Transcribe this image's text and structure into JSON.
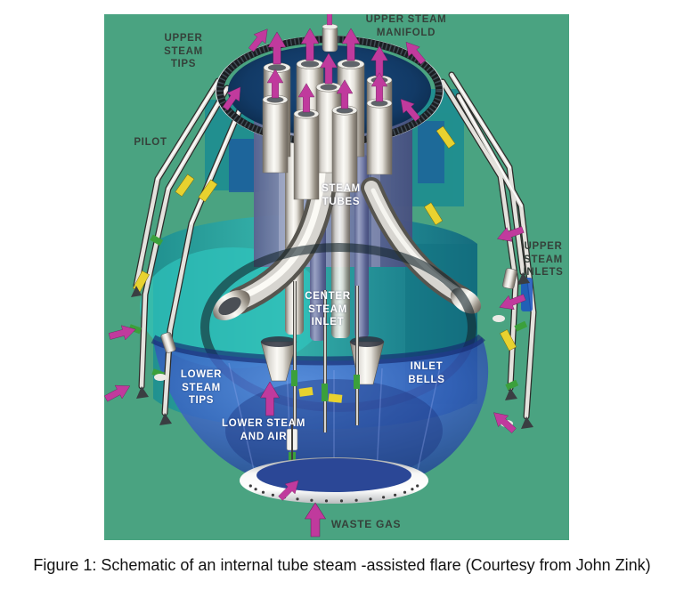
{
  "figure": {
    "labels": {
      "upper_steam_tips": [
        "UPPER",
        "STEAM",
        "TIPS"
      ],
      "upper_steam_manifold": [
        "UPPER STEAM",
        "MANIFOLD"
      ],
      "pilot": [
        "PILOT"
      ],
      "steam_tubes": [
        "STEAM",
        "TUBES"
      ],
      "upper_steam_inlets": [
        "UPPER",
        "STEAM",
        "INLETS"
      ],
      "center_steam_inlet": [
        "CENTER",
        "STEAM",
        "INLET"
      ],
      "lower_steam_tips": [
        "LOWER",
        "STEAM",
        "TIPS"
      ],
      "inlet_bells": [
        "INLET",
        "BELLS"
      ],
      "lower_steam_and_air": [
        "LOWER STEAM",
        "AND AIR"
      ],
      "waste_gas": [
        "WASTE GAS"
      ]
    },
    "caption": "Figure 1: Schematic of an internal tube steam -assisted flare (Courtesy from John Zink)"
  },
  "colors": {
    "bg_green": "#4AA381",
    "arrow_magenta": "#C03A9D",
    "label_dark": "#35413A",
    "label_light": "#FFFFFF",
    "vessel_blue": "#2B50B8",
    "drum_teal": "#26A09D",
    "fitting_yellow": "#E8D22F",
    "fitting_green": "#3BA03B",
    "metal_silver": "#D9D9D6"
  }
}
